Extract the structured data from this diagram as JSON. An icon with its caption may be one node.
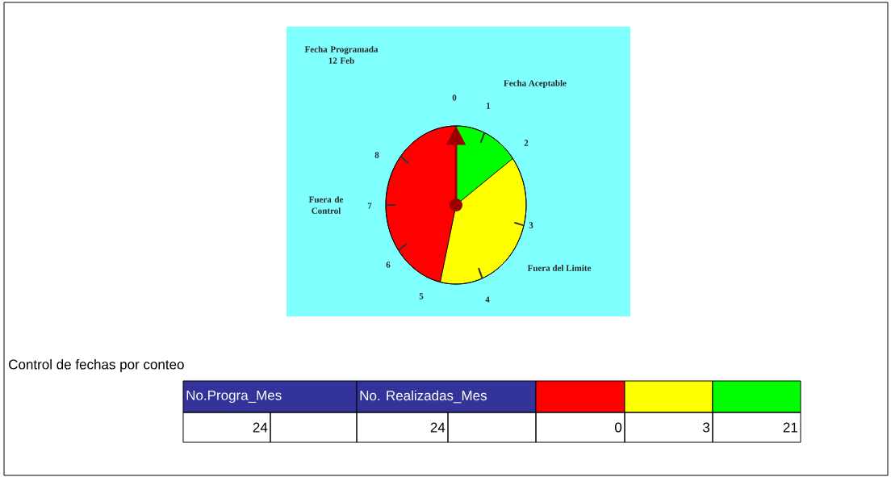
{
  "diagram": {
    "labels": [
      "Fecha Programada 12 Feb",
      "Fecha Aceptable",
      "0",
      "1",
      "2",
      "8",
      "Fuera de Control",
      "7",
      "3",
      "6",
      "Fuera del Limite",
      "5",
      "4",
      "Control de fechas por conteo",
      "No.Progra_Mes",
      "No. Realizadas_Mes",
      "24",
      "24",
      "0",
      "3",
      "21"
    ]
  }
}
